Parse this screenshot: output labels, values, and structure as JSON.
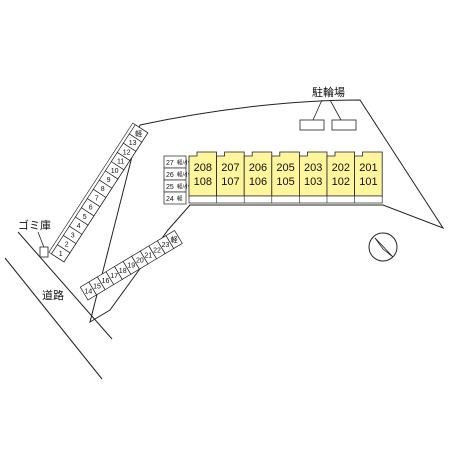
{
  "labels": {
    "bicycle_parking": "駐輪場",
    "garbage_storage": "ゴミ庫",
    "road": "道路"
  },
  "colors": {
    "building_fill": "#fff59d",
    "line": "#222222"
  },
  "building_units": [
    {
      "upper": "208",
      "lower": "108"
    },
    {
      "upper": "207",
      "lower": "107"
    },
    {
      "upper": "206",
      "lower": "106"
    },
    {
      "upper": "205",
      "lower": "105"
    },
    {
      "upper": "203",
      "lower": "103"
    },
    {
      "upper": "202",
      "lower": "102"
    },
    {
      "upper": "201",
      "lower": "101"
    }
  ],
  "parking_diagonal": [
    "1",
    "2",
    "3",
    "4",
    "5",
    "6",
    "7",
    "8",
    "9",
    "10",
    "11",
    "12",
    "13"
  ],
  "parking_diagonal_light": [
    "軽",
    "軽"
  ],
  "parking_bottom": [
    "14",
    "15",
    "16",
    "17",
    "18",
    "19",
    "20",
    "21",
    "22",
    "23"
  ],
  "parking_bottom_light": "軽",
  "parking_stack": [
    {
      "num": "27",
      "note": "軽/小型"
    },
    {
      "num": "26",
      "note": "軽/小型"
    },
    {
      "num": "25",
      "note": "軽/小型"
    },
    {
      "num": "24",
      "note": "軽"
    }
  ],
  "north_arrow_icon": "north-arrow-icon"
}
